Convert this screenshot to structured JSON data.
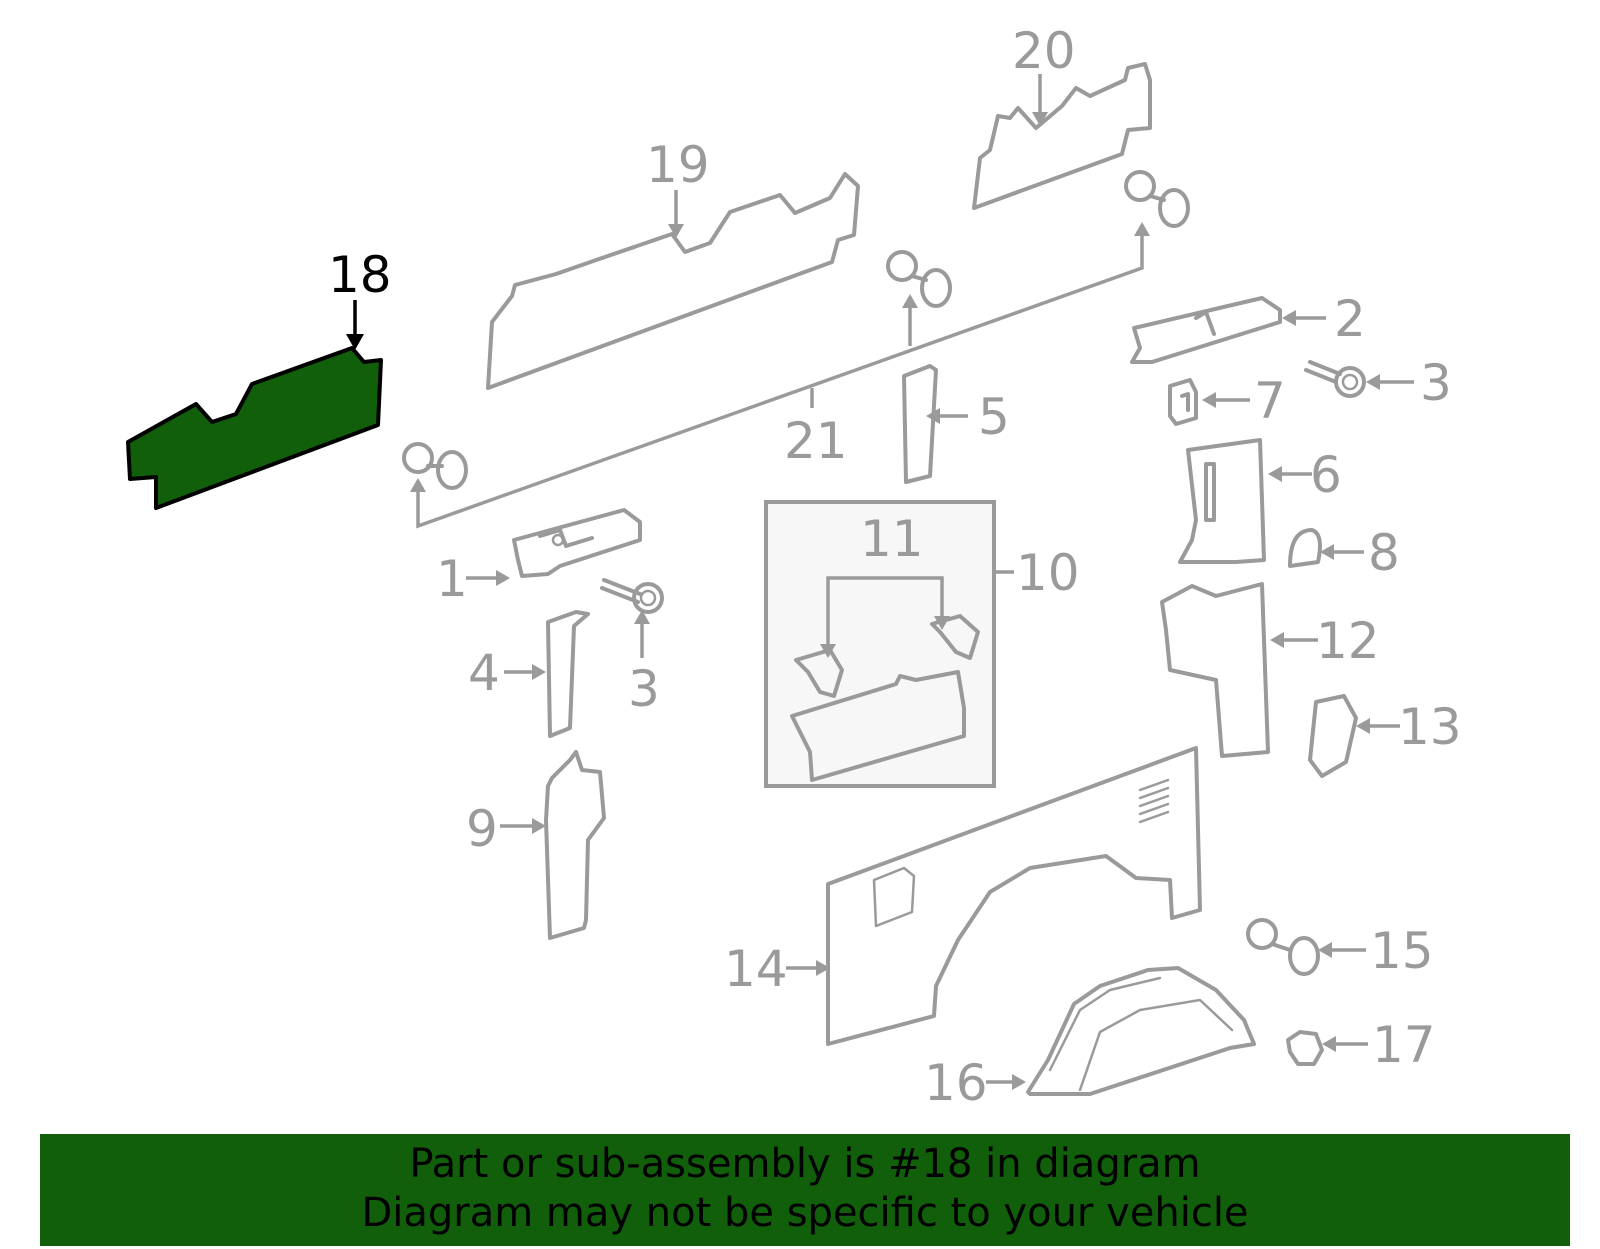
{
  "callouts": {
    "c1": "1",
    "c2": "2",
    "c3a": "3",
    "c3b": "3",
    "c4": "4",
    "c5": "5",
    "c6": "6",
    "c7": "7",
    "c8": "8",
    "c9": "9",
    "c10": "10",
    "c11": "11",
    "c12": "12",
    "c13": "13",
    "c14": "14",
    "c15": "15",
    "c16": "16",
    "c17": "17",
    "c18": "18",
    "c19": "19",
    "c20": "20",
    "c21": "21"
  },
  "highlighted_part": "18",
  "colors": {
    "highlight": "#115e0b",
    "parts": "#9a9a9a",
    "banner": "#115e0b"
  },
  "banner": {
    "line1": "Part or sub-assembly is #18 in diagram",
    "line2": "Diagram may not be specific to your vehicle"
  }
}
